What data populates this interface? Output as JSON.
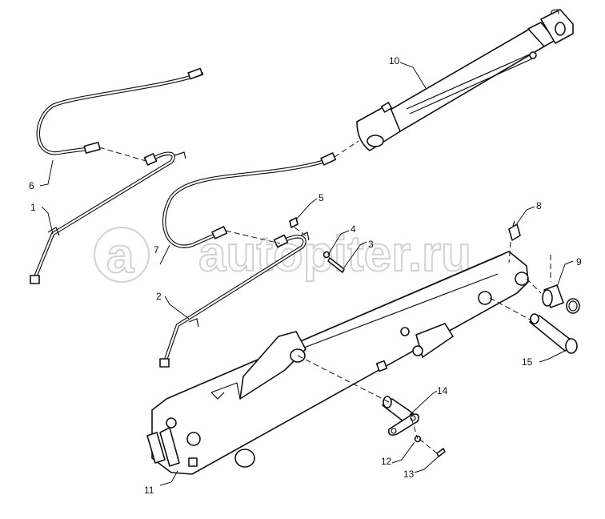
{
  "watermark": {
    "text": "autopiter.ru",
    "logo_glyph": "a"
  },
  "callouts": [
    {
      "id": "1",
      "label": "1"
    },
    {
      "id": "2",
      "label": "2"
    },
    {
      "id": "3",
      "label": "3"
    },
    {
      "id": "4",
      "label": "4"
    },
    {
      "id": "5",
      "label": "5"
    },
    {
      "id": "6",
      "label": "6"
    },
    {
      "id": "7",
      "label": "7"
    },
    {
      "id": "8",
      "label": "8"
    },
    {
      "id": "9",
      "label": "9"
    },
    {
      "id": "10",
      "label": "10"
    },
    {
      "id": "11",
      "label": "11"
    },
    {
      "id": "12",
      "label": "12"
    },
    {
      "id": "13",
      "label": "13"
    },
    {
      "id": "14",
      "label": "14"
    },
    {
      "id": "15",
      "label": "15"
    }
  ]
}
